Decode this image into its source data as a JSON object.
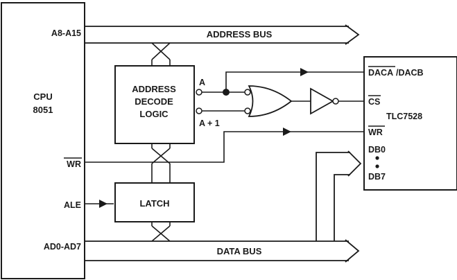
{
  "cpu": {
    "line1": "CPU",
    "line2": "8051"
  },
  "cpu_pins": {
    "addr_high": "A8-A15",
    "wr": "WR",
    "ale": "ALE",
    "addr_data": "AD0-AD7"
  },
  "buses": {
    "address": "ADDRESS BUS",
    "data": "DATA BUS"
  },
  "decoder": {
    "line1": "ADDRESS",
    "line2": "DECODE",
    "line3": "LOGIC",
    "out_a": "A",
    "out_a1": "A + 1"
  },
  "latch": {
    "label": "LATCH"
  },
  "dac": {
    "part": "TLC7528",
    "pin_daca": "DACA",
    "pin_dacb": "/DACB",
    "pin_cs": "CS",
    "pin_wr": "WR",
    "pin_db0": "DB0",
    "pin_db7": "DB7"
  }
}
